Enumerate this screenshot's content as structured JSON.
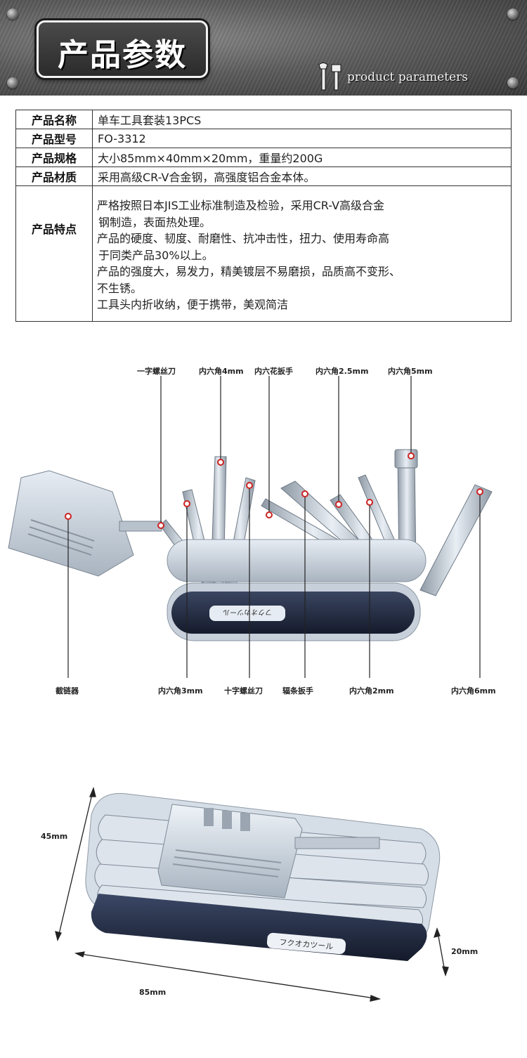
{
  "header": {
    "title": "产品参数",
    "subtitle": "product parameters"
  },
  "spec": {
    "rows": [
      {
        "key": "产品名称",
        "value": "单车工具套装13PCS"
      },
      {
        "key": "产品型号",
        "value": "FO-3312"
      },
      {
        "key": "产品规格",
        "value": "大小85mm×40mm×20mm，重量约200G"
      },
      {
        "key": "产品材质",
        "value": "采用高级CR-V合金钢，高强度铝合金本体。"
      }
    ],
    "feature_key": "产品特点",
    "feature_lines": [
      "严格按照日本JIS工业标准制造及检验，采用CR-V高级合金",
      "钢制造，表面热处理。",
      "产品的硬度、韧度、耐磨性、抗冲击性，扭力、使用寿命高",
      "于同类产品30%以上。",
      "产品的强度大，易发力，精美镀层不易磨损，品质高不变形、",
      "不生锈。",
      "工具头内折收纳，便于携带，美观简洁"
    ]
  },
  "diagram": {
    "top_labels": [
      "一字螺丝刀",
      "内六角4mm",
      "内六花扳手",
      "内六角2.5mm",
      "内六角5mm"
    ],
    "bottom_labels": [
      "截链器",
      "内六角3mm",
      "十字螺丝刀",
      "辐条扳手",
      "内六角2mm",
      "内六角6mm"
    ],
    "body_brand": "フクオカツール"
  },
  "dimensions": {
    "height": "45mm",
    "depth": "20mm",
    "length": "85mm",
    "brand": "フクオカツール"
  },
  "colors": {
    "marker": "#cc2222",
    "body_dark": "#1e2740",
    "metal": "#c9d3de"
  }
}
